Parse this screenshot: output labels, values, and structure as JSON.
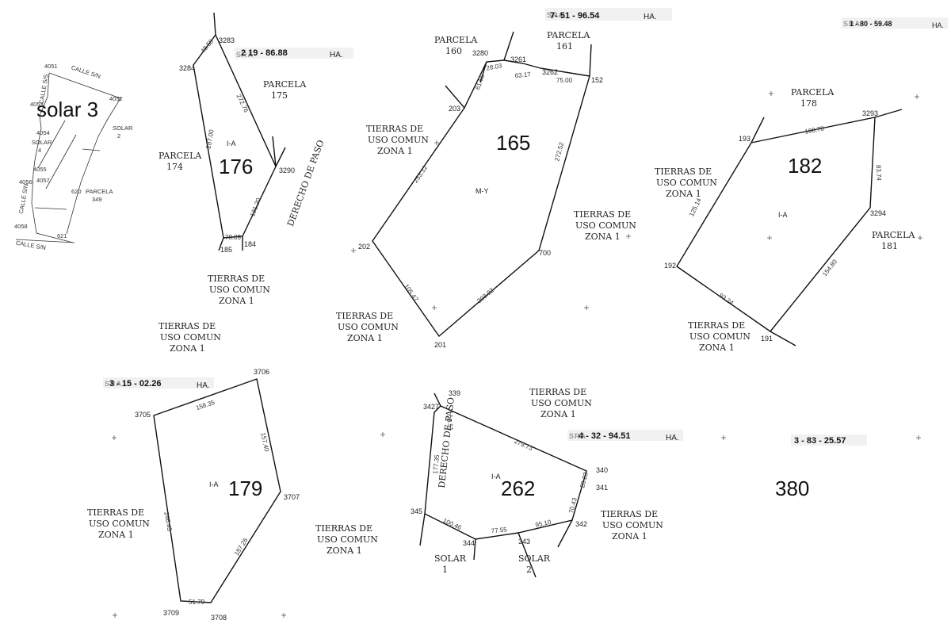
{
  "plots": {
    "p176": {
      "number": "176",
      "area": "2 19 - 86.88",
      "ha": "HA.",
      "vertices": [
        "3283",
        "3284",
        "185",
        "184",
        "3290"
      ],
      "lengths": [
        "48.58",
        "272.76",
        "287.00",
        "78.89",
        "131.20"
      ],
      "zone": "I-A"
    },
    "p165": {
      "number": "165",
      "area": "7- 51 - 96.54",
      "ha": "HA.",
      "vertices": [
        "203",
        "3280",
        "3261",
        "3262",
        "152",
        "700",
        "201",
        "202"
      ],
      "lengths": [
        "28.03",
        "61.56",
        "63.17",
        "75.00",
        "272.52",
        "203.92",
        "105.47",
        "253.12"
      ],
      "zone": "M-Y"
    },
    "p182": {
      "number": "182",
      "area": "1 - 80 - 59.48",
      "ha": "HA.",
      "vertices": [
        "193",
        "3293",
        "3294",
        "191",
        "192"
      ],
      "lengths": [
        "108.78",
        "83.74",
        "154.80",
        "93.24",
        "125.14"
      ],
      "zone": "I-A"
    },
    "p179": {
      "number": "179",
      "area": "3 - 15 - 02.26",
      "ha": "HA.",
      "vertices": [
        "3705",
        "3706",
        "3707",
        "3708",
        "3709"
      ],
      "lengths": [
        "158.35",
        "157.40",
        "187.26",
        "51.79",
        "246.45"
      ],
      "zone": "I-A"
    },
    "p262": {
      "number": "262",
      "area": "4 - 32 - 94.51",
      "ha": "HA.",
      "vertices": [
        "339",
        "3427",
        "340",
        "341",
        "342",
        "343",
        "344",
        "345"
      ],
      "lengths": [
        "20.51",
        "279.73",
        "20.23",
        "70.43",
        "95.10",
        "77.55",
        "100.46",
        "177.35"
      ],
      "zone": "I-A"
    },
    "p380": {
      "number": "380",
      "area": "3 - 83 - 25.57"
    },
    "solar3": {
      "number": "solar 3",
      "vertices": [
        "4051",
        "4052",
        "4053",
        "4054",
        "4055",
        "4056",
        "4057",
        "4058",
        "620",
        "621"
      ]
    }
  },
  "texts": {
    "calle_sn_top": "CALLE S/N",
    "calle_sn_left": "CALLE S/S",
    "calle_sn_bottom": "CALLE S/N",
    "calle_sn_side": "CALLE S/N",
    "solar4": "SOLAR",
    "solar4_n": "4",
    "solar2": "SOLAR",
    "solar2_n": "2",
    "parcela349": "PARCELA",
    "parcela349_n": "349",
    "parcela174": "PARCELA",
    "parcela174_n": "174",
    "parcela175": "PARCELA",
    "parcela175_n": "175",
    "parcela160": "PARCELA",
    "parcela160_n": "160",
    "parcela161": "PARCELA",
    "parcela161_n": "161",
    "parcela178": "PARCELA",
    "parcela178_n": "178",
    "parcela181": "PARCELA",
    "parcela181_n": "181",
    "derecho_paso": "DERECHO DE PASO",
    "derecho_paso2": "DERECHO DE PASO",
    "tierras_l1": "TIERRAS DE",
    "tierras_l2": "USO COMUN",
    "tierras_l3": "ZONA 1",
    "solar1": "SOLAR",
    "solar1_n": "1",
    "solar2b": "SOLAR",
    "solar2b_n": "2",
    "sra": "SRA"
  }
}
